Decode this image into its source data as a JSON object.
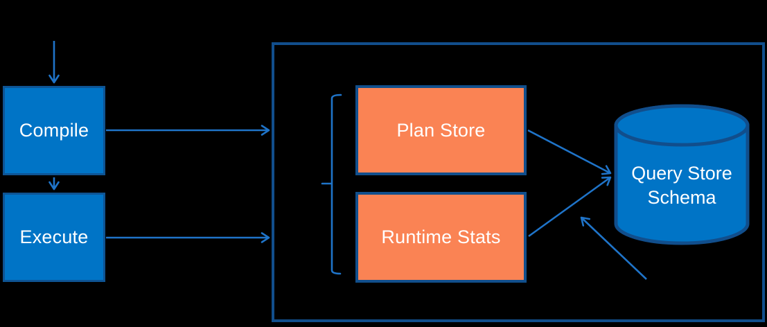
{
  "diagram": {
    "nodes": {
      "compile": {
        "label": "Compile"
      },
      "execute": {
        "label": "Execute"
      },
      "plan_store": {
        "label": "Plan Store"
      },
      "runtime_stats": {
        "label": "Runtime Stats"
      },
      "query_store_schema": {
        "label": "Query Store Schema",
        "line1": "Query Store",
        "line2": "Schema"
      }
    },
    "edges": [
      {
        "from": "query-in",
        "to": "compile"
      },
      {
        "from": "compile",
        "to": "execute"
      },
      {
        "from": "compile",
        "to": "query-store-outer-box"
      },
      {
        "from": "execute",
        "to": "query-store-outer-box"
      },
      {
        "from": "plan_store",
        "to": "query_store_schema"
      },
      {
        "from": "runtime_stats",
        "to": "query_store_schema"
      },
      {
        "from": "async-writer",
        "to": "query_store_schema"
      }
    ],
    "colors": {
      "background": "#000000",
      "node_blue_fill": "#0074C6",
      "node_blue_border": "#0E5494",
      "dark_border": "#114E8C",
      "orange_fill": "#FA8354",
      "connector_blue": "#1F74C9",
      "text": "#FFFFFF"
    }
  }
}
